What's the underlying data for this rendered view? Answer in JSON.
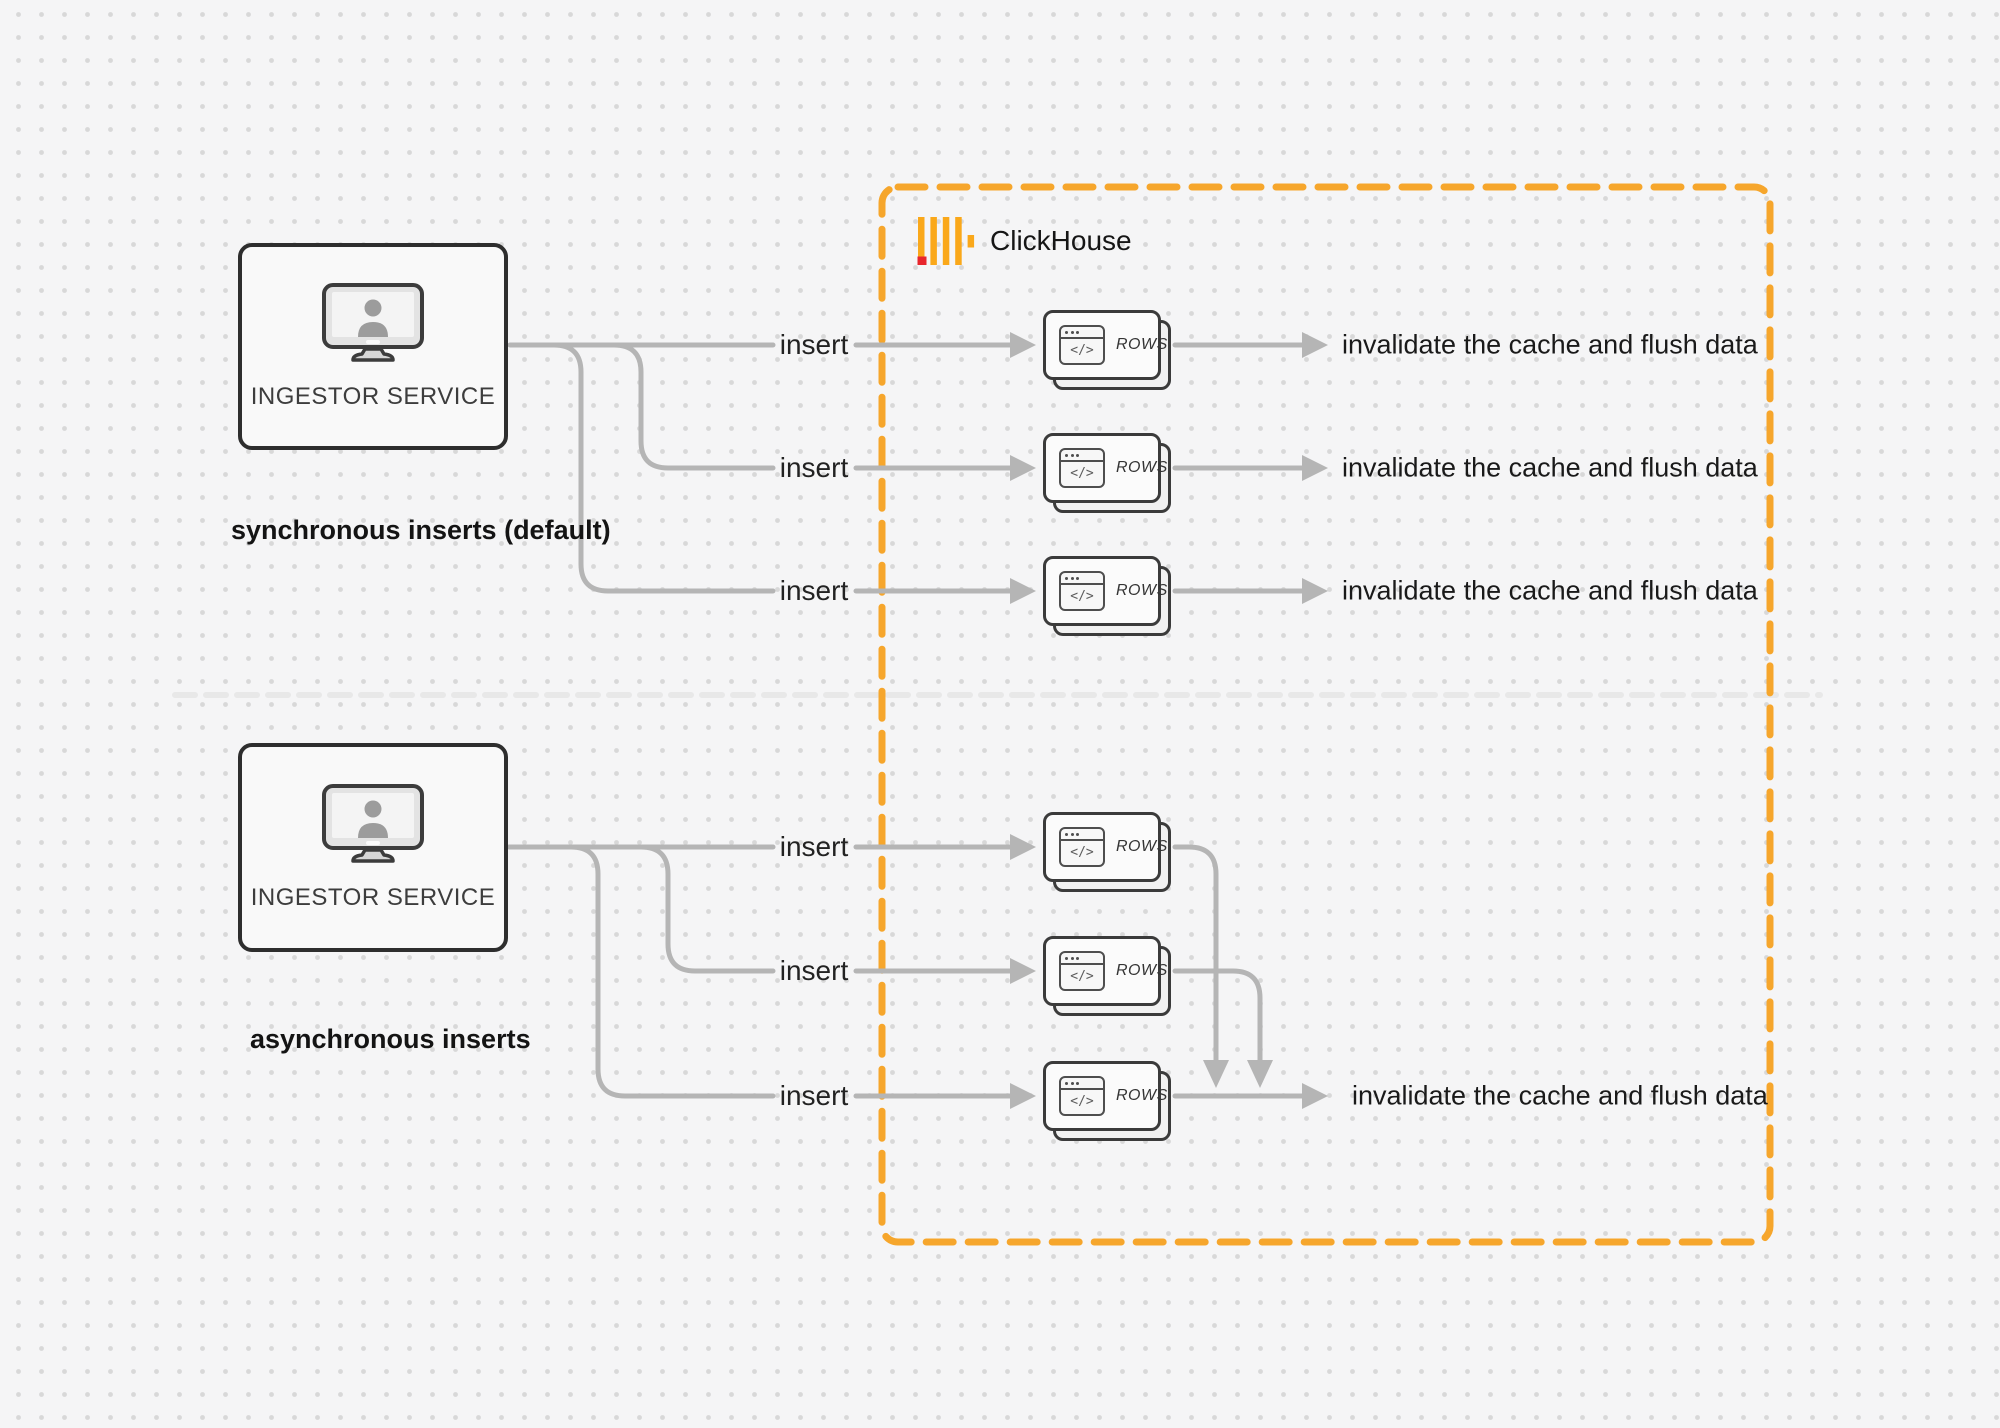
{
  "colors": {
    "background": "#f5f5f6",
    "dot_grid": "#d8d8d8",
    "connector_gray": "#b5b5b5",
    "divider_gray": "#e8e8e8",
    "clickhouse_border_orange": "#F6A62C",
    "logo_yellow": "#FAA81A",
    "logo_red": "#E8252C",
    "box_border_dark": "#2e2e2e",
    "text_dark": "#1a1a1a"
  },
  "clickhouse_box": {
    "brand": "ClickHouse"
  },
  "sync_section": {
    "source_label": "INGESTOR SERVICE",
    "caption": "synchronous inserts (default)",
    "insert_label": "insert",
    "result_label": "invalidate the cache and flush data",
    "insert_count": 3
  },
  "async_section": {
    "source_label": "INGESTOR SERVICE",
    "caption": "asynchronous inserts",
    "insert_label": "insert",
    "result_label": "invalidate the cache and flush data",
    "insert_count": 3
  },
  "rows_card": {
    "label": "ROWS",
    "glyph": "</>"
  }
}
